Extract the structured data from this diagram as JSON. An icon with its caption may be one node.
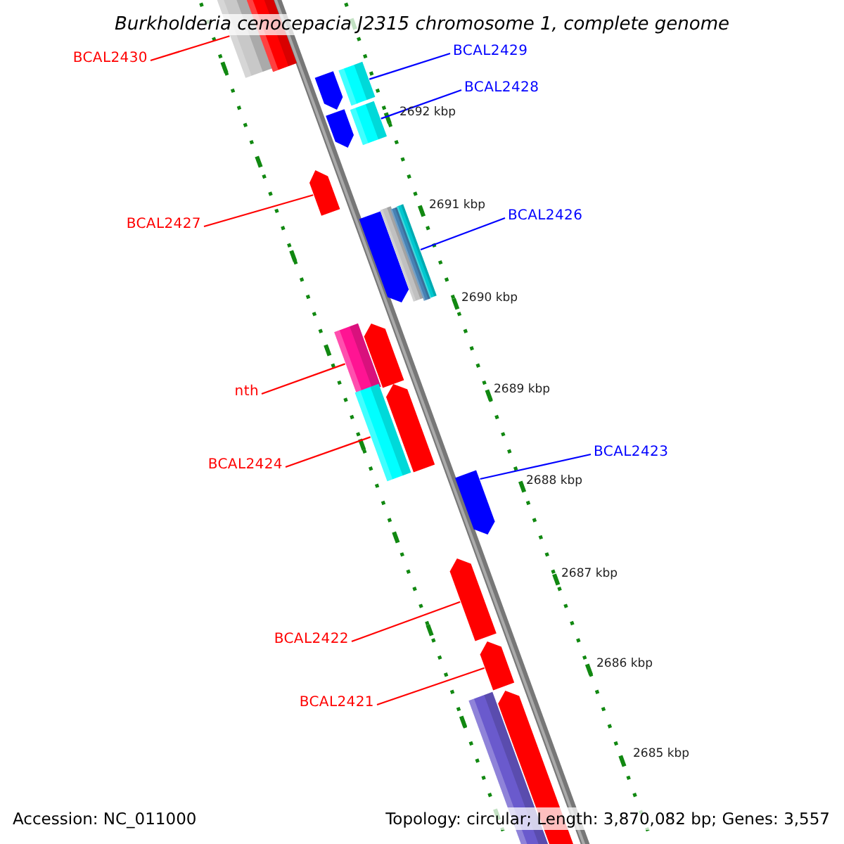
{
  "diagram": {
    "title": "Burkholderia cenocepacia J2315 chromosome 1, complete genome",
    "nodes": [
      {
        "text": [
          "BCAL2430"
        ]
      },
      {
        "text": [
          "BCAL2429"
        ]
      },
      {
        "text": [
          "BCAL2428"
        ]
      },
      {
        "text": [
          "BCAL2427"
        ]
      },
      {
        "text": [
          "BCAL2426"
        ]
      },
      {
        "text": [
          "nth"
        ]
      },
      {
        "text": [
          "BCAL2424"
        ]
      },
      {
        "text": [
          "BCAL2423"
        ]
      },
      {
        "text": [
          "BCAL2422"
        ]
      },
      {
        "text": [
          "BCAL2421"
        ]
      },
      {
        "text": [],
        "shape": "bar"
      },
      {
        "text": [],
        "shape": "bar"
      },
      {
        "text": [],
        "shape": "bar"
      },
      {
        "text": [],
        "shape": "bar"
      },
      {
        "text": [],
        "shape": "bar"
      },
      {
        "text": [],
        "shape": "bar"
      },
      {
        "text": [],
        "shape": "bar"
      },
      {
        "text": [],
        "shape": "bar"
      },
      {
        "text": [],
        "shape": "bar"
      },
      {
        "text": [],
        "shape": "bar"
      },
      {
        "text": [],
        "shape": "bar"
      },
      {
        "text": [],
        "shape": "bar"
      },
      {
        "text": [],
        "shape": "bar"
      },
      {
        "text": [],
        "shape": "bar"
      },
      {
        "text": [],
        "shape": "bar"
      },
      {
        "text": [],
        "shape": "bar"
      },
      {
        "text": [],
        "shape": "bar"
      },
      {
        "text": [],
        "shape": "bar"
      },
      {
        "text": [],
        "shape": "bar"
      },
      {
        "text": [],
        "shape": "bar"
      }
    ],
    "edges": [
      {
        "from": 0,
        "to": 10,
        "arrow": "none"
      },
      {
        "from": 1,
        "to": 11,
        "arrow": "none",
        "color": "#0000ff"
      },
      {
        "from": 2,
        "to": 12,
        "arrow": "none",
        "color": "#0000ff"
      },
      {
        "from": 3,
        "to": 13,
        "arrow": "none"
      },
      {
        "from": 4,
        "to": 14,
        "arrow": "none",
        "color": "#0000ff"
      },
      {
        "from": 5,
        "to": 15,
        "arrow": "none"
      },
      {
        "from": 6,
        "to": 16,
        "arrow": "none"
      },
      {
        "from": 7,
        "to": 17,
        "arrow": "none",
        "color": "#0000ff"
      },
      {
        "from": 8,
        "to": 18,
        "arrow": "none"
      },
      {
        "from": 9,
        "to": 19,
        "arrow": "none"
      }
    ],
    "labels": [
      "2692 kbp",
      "2691 kbp",
      "2690 kbp",
      "2689 kbp",
      "2688 kbp",
      "2687 kbp",
      "2686 kbp",
      "2685 kbp",
      "Accession: NC_011000",
      "Topology: circular; Length: 3,870,082 bp; Genes: 3,557"
    ]
  }
}
